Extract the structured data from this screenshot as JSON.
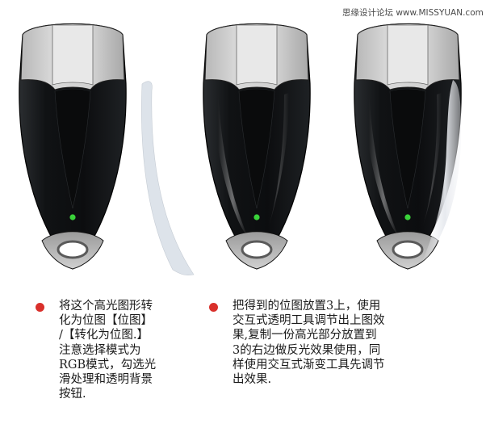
{
  "watermark": "思缘设计论坛 www.MISSYUAN.com",
  "notes": [
    {
      "text": "将这个高光图形转\n化为位图【位图】\n/【转化为位图.】\n注意选择模式为\nRGB模式，勾选光\n滑处理和透明背景\n按钮."
    },
    {
      "text": "把得到的位图放置3上，使用\n交互式透明工具调节出上图效\n果,复制一份高光部分放置到\n3的右边做反光效果使用，同\n样使用交互式渐变工具先调节\n出效果."
    }
  ],
  "colors": {
    "bullet": "#d9302b",
    "body_dark": "#121416",
    "cap_gray": "#c8c8c8",
    "led_green": "#3ad23a",
    "highlight": "#dfe4ea"
  }
}
